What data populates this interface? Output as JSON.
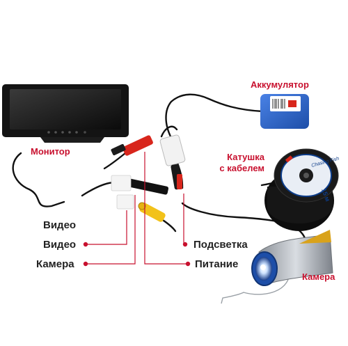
{
  "labels": {
    "monitor": "Монитор",
    "battery": "Аккумулятор",
    "reel_line1": "Катушка",
    "reel_line2": "с кабелем",
    "camera_device": "Камера",
    "connectors": {
      "video_1": "Видео",
      "video_2": "Видео",
      "camera": "Камера",
      "backlight": "Подсветка",
      "power": "Питание"
    }
  },
  "reel_print": {
    "length": "15 м",
    "brand": "Chasing Fish"
  },
  "colors": {
    "accent_red": "#c8102e",
    "label_dark": "#222222",
    "battery_blue": "#2c62c9",
    "cable": "#111111",
    "rca_red": "#d8261c",
    "rca_yellow": "#f2c21a"
  }
}
